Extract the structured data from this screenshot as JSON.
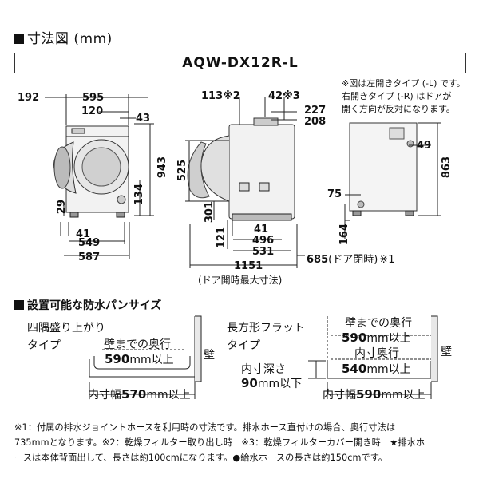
{
  "header": {
    "section_title": "寸法図 (mm)",
    "model": "AQW-DX12R-L"
  },
  "note_right": {
    "line1": "※図は左開きタイプ (-L) です。",
    "line2": "右開きタイプ (-R) はドアが",
    "line3": "開く方向が反対になります。"
  },
  "front_view": {
    "d192": "192",
    "d595": "595",
    "d120": "120",
    "d43": "43",
    "d943": "943",
    "d134": "134",
    "d29": "29",
    "d41": "41",
    "d549": "549",
    "d587": "587"
  },
  "side_view": {
    "d113": "113",
    "d113_note": "※2",
    "d42": "42",
    "d42_note": "※3",
    "d227": "227",
    "d208": "208",
    "d525": "525",
    "d301": "301",
    "d41": "41",
    "d121": "121",
    "d496": "496",
    "d531": "531",
    "d1151": "1151",
    "d1151_caption": "(ドア開時最大寸法)",
    "d685": "685",
    "d685_caption": "(ドア閉時)",
    "d685_note": "※1"
  },
  "back_view": {
    "d49": "49",
    "d863": "863",
    "d75": "75",
    "d164": "164"
  },
  "pan_section": {
    "title": "設置可能な防水パンサイズ",
    "left": {
      "type_line1": "四隅盛り上がり",
      "type_line2": "タイプ",
      "depth_label": "壁までの奥行",
      "depth_value": "590",
      "depth_unit": "mm以上",
      "wall": "壁",
      "width_label": "内寸幅",
      "width_value": "570",
      "width_unit": "mm以上"
    },
    "right": {
      "type_line1": "長方形フラット",
      "type_line2": "タイプ",
      "depth_label": "壁までの奥行",
      "depth_value": "590",
      "depth_unit": "mm以上",
      "inner_depth_label": "内寸奥行",
      "inner_depth_value": "540",
      "inner_depth_unit": "mm以上",
      "inner_height_label": "内寸深さ",
      "inner_height_value": "90",
      "inner_height_unit": "mm以下",
      "wall": "壁",
      "width_label": "内寸幅",
      "width_value": "590",
      "width_unit": "mm以上"
    }
  },
  "footnote": {
    "line1": "※1：付属の排水ジョイントホースを利用時の寸法です。排水ホース直付けの場合、奥行寸法は",
    "line2": "735mmとなります。※2：乾燥フィルター取り出し時　※3：乾燥フィルターカバー開き時　★排水ホ",
    "line3": "ースは本体背面出して、長さは約100cmになります。●給水ホースの長さは約150cmです。"
  }
}
